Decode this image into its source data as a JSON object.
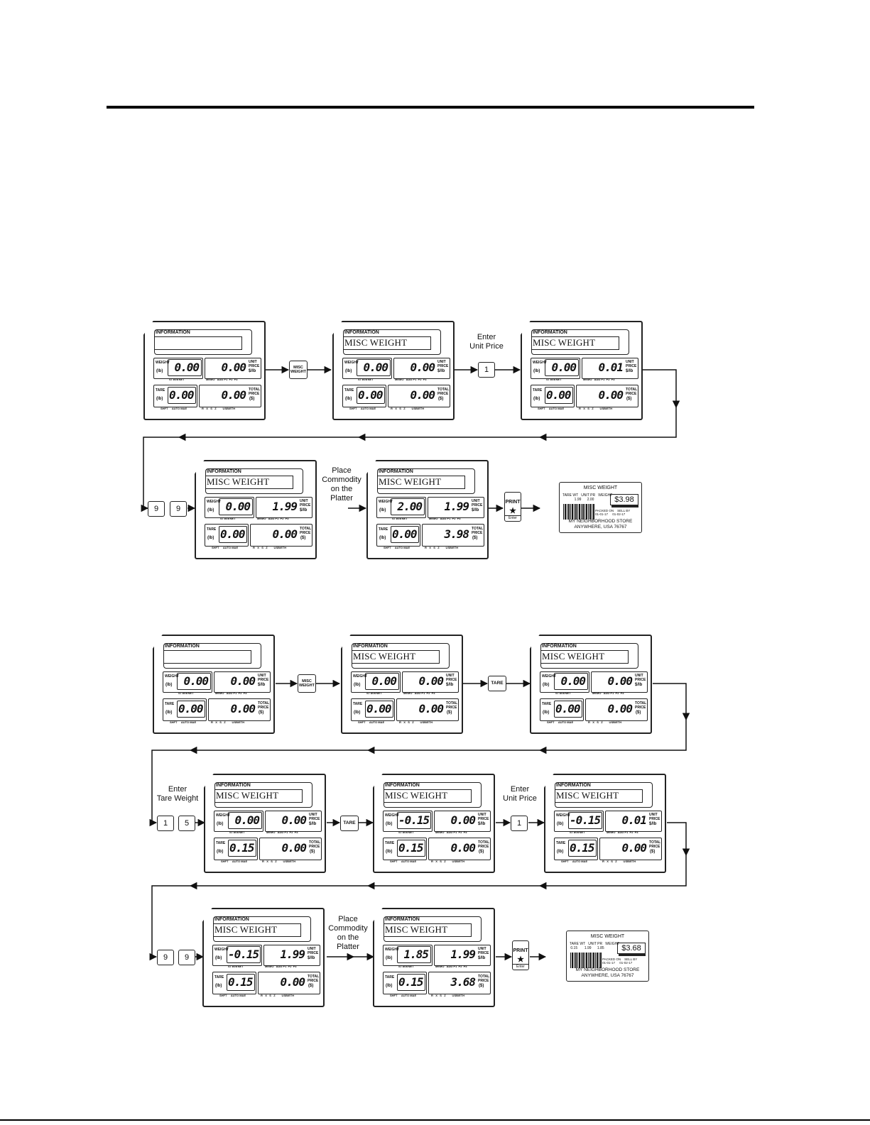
{
  "labels": {
    "information": "INFORMATION",
    "weight": "WEIGHT",
    "lb": "(lb)",
    "tare": "TARE",
    "unit_price": "UNIT\nPRICE",
    "unit_price_sub": "$/lb",
    "total_price": "TOTAL\nPRICE",
    "total_price_sub": "($)",
    "weight_footer": "ST ▸0◂ NET",
    "unit_footer": "MEMO   ADD P1  P2  P3",
    "tare_footer": "SHFT     AUTO MAE",
    "total_footer": "R   X   S   Z        USB/ETH",
    "misc_weight_button": "MISC\nWEIGHT",
    "tare_button": "TARE",
    "print_button": "PRINT",
    "print_star": "★",
    "print_sub": "Enter"
  },
  "flow1": {
    "scales": [
      {
        "info": "",
        "weight": "0.00",
        "unit": "0.00",
        "tare": "0.00",
        "total": "0.00"
      },
      {
        "info": "MISC WEIGHT",
        "weight": "0.00",
        "unit": "0.00",
        "tare": "0.00",
        "total": "0.00"
      },
      {
        "info": "MISC WEIGHT",
        "weight": "0.00",
        "unit": "0.01",
        "tare": "0.00",
        "total": "0.00"
      },
      {
        "info": "MISC WEIGHT",
        "weight": "0.00",
        "unit": "1.99",
        "tare": "0.00",
        "total": "0.00"
      },
      {
        "info": "MISC WEIGHT",
        "weight": "2.00",
        "unit": "1.99",
        "tare": "0.00",
        "total": "3.98"
      }
    ],
    "steps": {
      "enter_unit_price": "Enter\nUnit Price",
      "key_1": "1",
      "key_9a": "9",
      "key_9b": "9",
      "place_commodity": "Place\nCommodity\non the\nPlatter"
    },
    "label": {
      "title": "MISC WEIGHT",
      "cells": "TARE WT   UNIT PR   WEIGHT\n            1.99      2.00",
      "price": "$3.98",
      "dates": "PACKED ON    SELL BY\n01-01-17     01-02-17",
      "footer": "MY NEIGHBORHOOD STORE\nANYWHERE, USA 76767"
    }
  },
  "flow2": {
    "scales": [
      {
        "info": "",
        "weight": "0.00",
        "unit": "0.00",
        "tare": "0.00",
        "total": "0.00"
      },
      {
        "info": "MISC WEIGHT",
        "weight": "0.00",
        "unit": "0.00",
        "tare": "0.00",
        "total": "0.00"
      },
      {
        "info": "MISC WEIGHT",
        "weight": "0.00",
        "unit": "0.00",
        "tare": "0.00",
        "total": "0.00"
      },
      {
        "info": "MISC WEIGHT",
        "weight": "0.00",
        "unit": "0.00",
        "tare": "0.15",
        "total": "0.00"
      },
      {
        "info": "MISC WEIGHT",
        "weight": "-0.15",
        "unit": "0.00",
        "tare": "0.15",
        "total": "0.00"
      },
      {
        "info": "MISC WEIGHT",
        "weight": "-0.15",
        "unit": "0.01",
        "tare": "0.15",
        "total": "0.00"
      },
      {
        "info": "MISC WEIGHT",
        "weight": "-0.15",
        "unit": "1.99",
        "tare": "0.15",
        "total": "0.00"
      },
      {
        "info": "MISC WEIGHT",
        "weight": "1.85",
        "unit": "1.99",
        "tare": "0.15",
        "total": "3.68"
      }
    ],
    "steps": {
      "enter_tare_weight": "Enter\nTare Weight",
      "key_1": "1",
      "key_5": "5",
      "enter_unit_price": "Enter\nUnit Price",
      "key_1b": "1",
      "key_9a": "9",
      "key_9b": "9",
      "place_commodity": "Place\nCommodity\non the\nPlatter"
    },
    "label": {
      "title": "MISC WEIGHT",
      "cells": "TARE WT   UNIT PR   WEIGHT\n 0.15       1.99      1.85",
      "price": "$3.68",
      "dates": "PACKED ON    SELL BY\n01-01-17     01-02-17",
      "footer": "MY NEIGHBORHOOD STORE\nANYWHERE, USA 76767"
    }
  }
}
